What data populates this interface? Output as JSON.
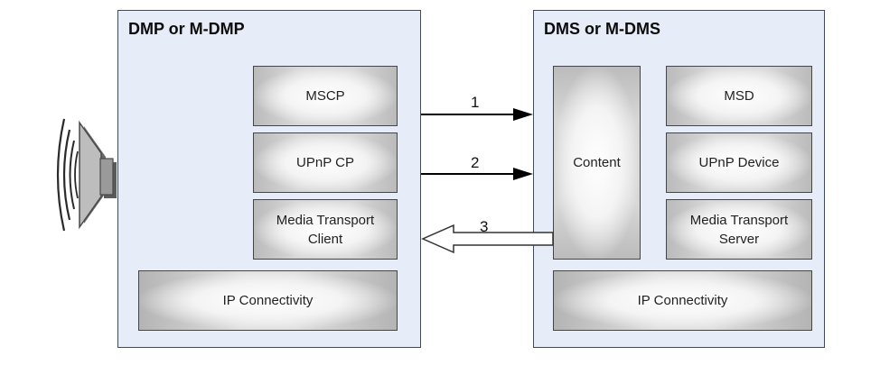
{
  "player": {
    "title": "DMP or M-DMP",
    "blocks": {
      "mscp": "MSCP",
      "upnp_cp": "UPnP CP",
      "transport_line1": "Media Transport",
      "transport_line2": "Client",
      "ip": "IP Connectivity"
    }
  },
  "server": {
    "title": "DMS or M-DMS",
    "blocks": {
      "content": "Content",
      "msd": "MSD",
      "upnp_device": "UPnP Device",
      "transport_line1": "Media Transport",
      "transport_line2": "Server",
      "ip": "IP Connectivity"
    }
  },
  "arrows": {
    "first": "1",
    "second": "2",
    "third": "3"
  },
  "icons": {
    "speaker": "speaker-icon"
  },
  "colors": {
    "panel_fill": "#e6edf8",
    "panel_border": "#3f4a5a",
    "block_border": "#454545",
    "arrow": "#000000"
  }
}
